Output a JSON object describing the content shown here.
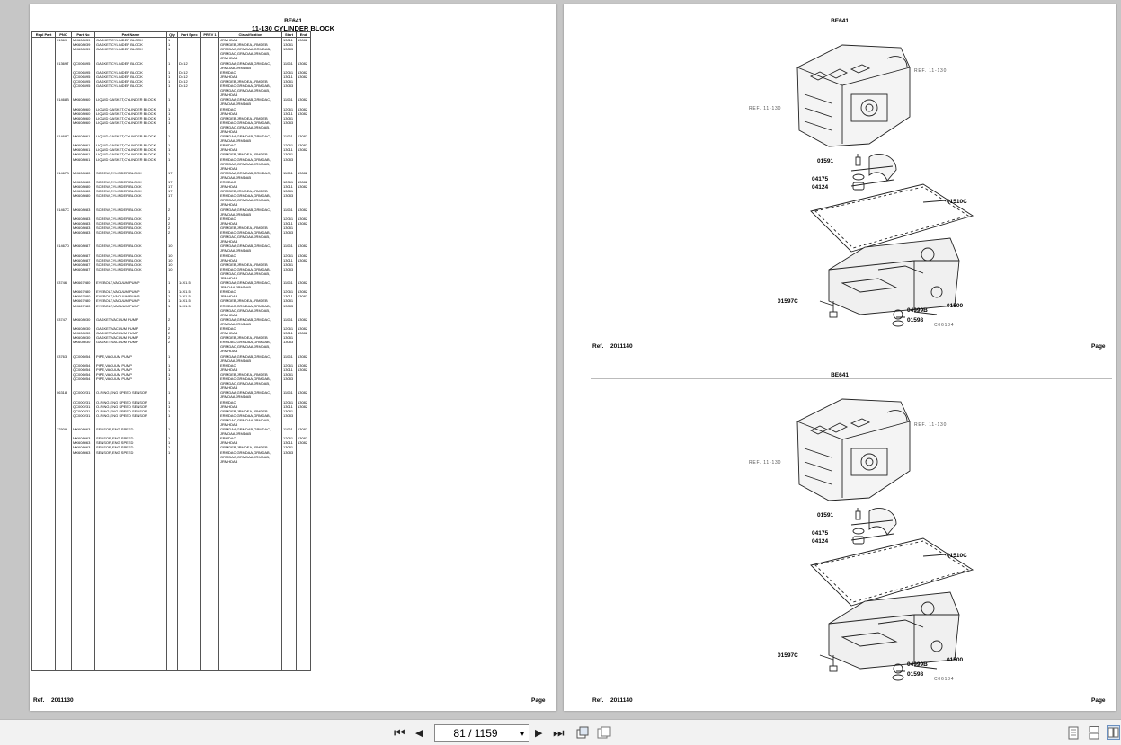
{
  "left_page": {
    "model": "BE641",
    "title": "11-130 CYLINDER BLOCK",
    "columns": [
      "Repl Part",
      "PNC",
      "Part No",
      "Part Name",
      "Qty",
      "Part Spec",
      "PREV 1",
      "Classification",
      "Start",
      "End"
    ],
    "rows": [
      [
        "",
        "01369",
        "MX608039",
        "GASKET,CYLINDER BLOCK",
        "1",
        "",
        "",
        "JRMHDAB",
        "13011",
        "13082"
      ],
      [
        "",
        "",
        "MX608039",
        "GASKET,CYLINDER BLOCK",
        "1",
        "",
        "",
        "GRMDEB,JRMDEA,JRMDEB",
        "13081",
        ""
      ],
      [
        "",
        "",
        "MX608039",
        "GASKET,CYLINDER BLOCK",
        "1",
        "",
        "",
        "GRMDAC,GRMDAA,GRMDAB,",
        "13083",
        ""
      ],
      [
        "",
        "",
        "",
        "",
        "",
        "",
        "",
        "GRMDAC,GRMDAA,JRMDAB,",
        "",
        ""
      ],
      [
        "",
        "",
        "",
        "",
        "",
        "",
        "",
        "JRMHDAB",
        "",
        ""
      ],
      [
        "",
        "",
        "",
        "",
        "",
        "",
        "",
        "",
        "",
        ""
      ],
      [
        "",
        "01369T",
        "QC006595",
        "GASKET,CYLINDER BLOCK",
        "1",
        "D=12",
        "",
        "GRMDAA,GRMDAB,GRMDAC,",
        "11061",
        "13082"
      ],
      [
        "",
        "",
        "",
        "",
        "",
        "",
        "",
        "JRMDAA,JRMDAB",
        "",
        ""
      ],
      [
        "",
        "",
        "QC006595",
        "GASKET,CYLINDER BLOCK",
        "1",
        "D=12",
        "",
        "ERMDAC",
        "12061",
        "13082"
      ],
      [
        "",
        "",
        "QC006595",
        "GASKET,CYLINDER BLOCK",
        "1",
        "D=12",
        "",
        "JRMHDAB",
        "13011",
        "13082"
      ],
      [
        "",
        "",
        "QC006595",
        "GASKET,CYLINDER BLOCK",
        "1",
        "D=12",
        "",
        "GRMDEB,JRMDEA,JRMDEB",
        "13081",
        ""
      ],
      [
        "",
        "",
        "QC006595",
        "GASKET,CYLINDER BLOCK",
        "1",
        "D=12",
        "",
        "ERMDAC,GRMDAA,GRMDAB,",
        "13083",
        ""
      ],
      [
        "",
        "",
        "",
        "",
        "",
        "",
        "",
        "GRMDAC,GRMDAA,JRMDAB,",
        "",
        ""
      ],
      [
        "",
        "",
        "",
        "",
        "",
        "",
        "",
        "JRMHDAB",
        "",
        ""
      ],
      [
        "",
        "",
        "",
        "",
        "",
        "",
        "",
        "",
        "",
        ""
      ],
      [
        "",
        "01468B",
        "MX608060",
        "LIQUID GASKET,CYLINDER BLOCK",
        "1",
        "",
        "",
        "GRMDAA,GRMDAB,GRMDAC,",
        "11061",
        "13082"
      ],
      [
        "",
        "",
        "",
        "",
        "",
        "",
        "",
        "JRMDAA,JRMDAB",
        "",
        ""
      ],
      [
        "",
        "",
        "MX608060",
        "LIQUID GASKET,CYLINDER BLOCK",
        "1",
        "",
        "",
        "ERMDAC",
        "12061",
        "13082"
      ],
      [
        "",
        "",
        "MX608060",
        "LIQUID GASKET,CYLINDER BLOCK",
        "1",
        "",
        "",
        "JRMHDAB",
        "13011",
        "13082"
      ],
      [
        "",
        "",
        "MX608060",
        "LIQUID GASKET,CYLINDER BLOCK",
        "1",
        "",
        "",
        "GRMDEB,JRMDEA,JRMDEB",
        "13081",
        ""
      ],
      [
        "",
        "",
        "MX608060",
        "LIQUID GASKET,CYLINDER BLOCK",
        "1",
        "",
        "",
        "ERMDAC,GRMDAA,GRMDAB,",
        "13083",
        ""
      ],
      [
        "",
        "",
        "",
        "",
        "",
        "",
        "",
        "GRMDAC,GRMDAA,JRMDAB,",
        "",
        ""
      ],
      [
        "",
        "",
        "",
        "",
        "",
        "",
        "",
        "JRMHDAB",
        "",
        ""
      ],
      [
        "",
        "",
        "",
        "",
        "",
        "",
        "",
        "",
        "",
        ""
      ],
      [
        "",
        "01468C",
        "MX608061",
        "LIQUID GASKET,CYLINDER BLOCK",
        "1",
        "",
        "",
        "GRMDAA,GRMDAB,GRMDAC,",
        "11061",
        "13082"
      ],
      [
        "",
        "",
        "",
        "",
        "",
        "",
        "",
        "JRMDAA,JRMDAB",
        "",
        ""
      ],
      [
        "",
        "",
        "MX608061",
        "LIQUID GASKET,CYLINDER BLOCK",
        "1",
        "",
        "",
        "ERMDAC",
        "12061",
        "13082"
      ],
      [
        "",
        "",
        "MX608061",
        "LIQUID GASKET,CYLINDER BLOCK",
        "1",
        "",
        "",
        "JRMHDAB",
        "13011",
        "13082"
      ],
      [
        "",
        "",
        "MX608061",
        "LIQUID GASKET,CYLINDER BLOCK",
        "1",
        "",
        "",
        "GRMDEB,JRMDEA,JRMDEB",
        "13081",
        ""
      ],
      [
        "",
        "",
        "MX608061",
        "LIQUID GASKET,CYLINDER BLOCK",
        "1",
        "",
        "",
        "ERMDAC,GRMDAA,GRMDAB,",
        "13083",
        ""
      ],
      [
        "",
        "",
        "",
        "",
        "",
        "",
        "",
        "GRMDAC,GRMDAA,JRMDAB,",
        "",
        ""
      ],
      [
        "",
        "",
        "",
        "",
        "",
        "",
        "",
        "JRMHDAB",
        "",
        ""
      ],
      [
        "",
        "",
        "",
        "",
        "",
        "",
        "",
        "",
        "",
        ""
      ],
      [
        "",
        "01467B",
        "MX608080",
        "SCREW,CYLINDER BLOCK",
        "17",
        "",
        "",
        "GRMDAA,GRMDAB,GRMDAC,",
        "11061",
        "13082"
      ],
      [
        "",
        "",
        "",
        "",
        "",
        "",
        "",
        "JRMDAA,JRMDAB",
        "",
        ""
      ],
      [
        "",
        "",
        "MX608080",
        "SCREW,CYLINDER BLOCK",
        "17",
        "",
        "",
        "ERMDAC",
        "12061",
        "13082"
      ],
      [
        "",
        "",
        "MX608080",
        "SCREW,CYLINDER BLOCK",
        "17",
        "",
        "",
        "JRMHDAB",
        "13011",
        "13082"
      ],
      [
        "",
        "",
        "MX608080",
        "SCREW,CYLINDER BLOCK",
        "17",
        "",
        "",
        "GRMDEB,JRMDEA,JRMDEB",
        "13081",
        ""
      ],
      [
        "",
        "",
        "MX608080",
        "SCREW,CYLINDER BLOCK",
        "17",
        "",
        "",
        "ERMDAC,GRMDAA,GRMDAB,",
        "13083",
        ""
      ],
      [
        "",
        "",
        "",
        "",
        "",
        "",
        "",
        "GRMDAC,GRMDAA,JRMDAB,",
        "",
        ""
      ],
      [
        "",
        "",
        "",
        "",
        "",
        "",
        "",
        "JRMHDAB",
        "",
        ""
      ],
      [
        "",
        "",
        "",
        "",
        "",
        "",
        "",
        "",
        "",
        ""
      ],
      [
        "",
        "01467C",
        "MX608083",
        "SCREW,CYLINDER BLOCK",
        "2",
        "",
        "",
        "GRMDAA,GRMDAB,GRMDAC,",
        "11061",
        "13082"
      ],
      [
        "",
        "",
        "",
        "",
        "",
        "",
        "",
        "JRMDAA,JRMDAB",
        "",
        ""
      ],
      [
        "",
        "",
        "MX608083",
        "SCREW,CYLINDER BLOCK",
        "2",
        "",
        "",
        "ERMDAC",
        "12061",
        "13082"
      ],
      [
        "",
        "",
        "MX608083",
        "SCREW,CYLINDER BLOCK",
        "2",
        "",
        "",
        "JRMHDAB",
        "13011",
        "13082"
      ],
      [
        "",
        "",
        "MX608083",
        "SCREW,CYLINDER BLOCK",
        "2",
        "",
        "",
        "GRMDEB,JRMDEA,JRMDEB",
        "13081",
        ""
      ],
      [
        "",
        "",
        "MX608083",
        "SCREW,CYLINDER BLOCK",
        "2",
        "",
        "",
        "ERMDAC,GRMDAA,GRMDAB,",
        "13083",
        ""
      ],
      [
        "",
        "",
        "",
        "",
        "",
        "",
        "",
        "GRMDAC,GRMDAA,JRMDAB,",
        "",
        ""
      ],
      [
        "",
        "",
        "",
        "",
        "",
        "",
        "",
        "JRMHDAB",
        "",
        ""
      ],
      [
        "",
        "",
        "",
        "",
        "",
        "",
        "",
        "",
        "",
        ""
      ],
      [
        "",
        "01467D",
        "MX608087",
        "SCREW,CYLINDER BLOCK",
        "10",
        "",
        "",
        "GRMDAA,GRMDAB,GRMDAC,",
        "11061",
        "13082"
      ],
      [
        "",
        "",
        "",
        "",
        "",
        "",
        "",
        "JRMDAA,JRMDAB",
        "",
        ""
      ],
      [
        "",
        "",
        "MX608087",
        "SCREW,CYLINDER BLOCK",
        "10",
        "",
        "",
        "ERMDAC",
        "12061",
        "13082"
      ],
      [
        "",
        "",
        "MX608087",
        "SCREW,CYLINDER BLOCK",
        "10",
        "",
        "",
        "JRMHDAB",
        "13011",
        "13082"
      ],
      [
        "",
        "",
        "MX608087",
        "SCREW,CYLINDER BLOCK",
        "10",
        "",
        "",
        "GRMDEB,JRMDEA,JRMDEB",
        "13081",
        ""
      ],
      [
        "",
        "",
        "MX608087",
        "SCREW,CYLINDER BLOCK",
        "10",
        "",
        "",
        "ERMDAC,GRMDAA,GRMDAB,",
        "13083",
        ""
      ],
      [
        "",
        "",
        "",
        "",
        "",
        "",
        "",
        "GRMDAC,GRMDAA,JRMDAB,",
        "",
        ""
      ],
      [
        "",
        "",
        "",
        "",
        "",
        "",
        "",
        "JRMHDAB",
        "",
        ""
      ],
      [
        "",
        "",
        "",
        "",
        "",
        "",
        "",
        "",
        "",
        ""
      ],
      [
        "",
        "03746",
        "MX667080",
        "EYEBOLT,VACUUM PUMP",
        "1",
        "14X1.5",
        "",
        "GRMDAA,GRMDAB,GRMDAC,",
        "11061",
        "13082"
      ],
      [
        "",
        "",
        "",
        "",
        "",
        "",
        "",
        "JRMDAA,JRMDAB",
        "",
        ""
      ],
      [
        "",
        "",
        "MX667080",
        "EYEBOLT,VACUUM PUMP",
        "1",
        "14X1.5",
        "",
        "ERMDAC",
        "12061",
        "13082"
      ],
      [
        "",
        "",
        "MX667080",
        "EYEBOLT,VACUUM PUMP",
        "1",
        "14X1.5",
        "",
        "JRMHDAB",
        "13011",
        "13082"
      ],
      [
        "",
        "",
        "MX667080",
        "EYEBOLT,VACUUM PUMP",
        "1",
        "14X1.5",
        "",
        "GRMDEB,JRMDEA,JRMDEB",
        "13081",
        ""
      ],
      [
        "",
        "",
        "MX667080",
        "EYEBOLT,VACUUM PUMP",
        "1",
        "14X1.5",
        "",
        "ERMDAC,GRMDAA,GRMDAB,",
        "13083",
        ""
      ],
      [
        "",
        "",
        "",
        "",
        "",
        "",
        "",
        "GRMDAC,GRMDAA,JRMDAB,",
        "",
        ""
      ],
      [
        "",
        "",
        "",
        "",
        "",
        "",
        "",
        "JRMHDAB",
        "",
        ""
      ],
      [
        "",
        "",
        "",
        "",
        "",
        "",
        "",
        "",
        "",
        ""
      ],
      [
        "",
        "03747",
        "MX608030",
        "GASKET,VACUUM PUMP",
        "2",
        "",
        "",
        "GRMDAA,GRMDAB,GRMDAC,",
        "11061",
        "13082"
      ],
      [
        "",
        "",
        "",
        "",
        "",
        "",
        "",
        "JRMDAA,JRMDAB",
        "",
        ""
      ],
      [
        "",
        "",
        "MX608030",
        "GASKET,VACUUM PUMP",
        "2",
        "",
        "",
        "ERMDAC",
        "12061",
        "13082"
      ],
      [
        "",
        "",
        "MX608030",
        "GASKET,VACUUM PUMP",
        "2",
        "",
        "",
        "JRMHDAB",
        "13011",
        "13082"
      ],
      [
        "",
        "",
        "MX608030",
        "GASKET,VACUUM PUMP",
        "2",
        "",
        "",
        "GRMDEB,JRMDEA,JRMDEB",
        "13081",
        ""
      ],
      [
        "",
        "",
        "MX608030",
        "GASKET,VACUUM PUMP",
        "2",
        "",
        "",
        "ERMDAC,GRMDAA,GRMDAB,",
        "13083",
        ""
      ],
      [
        "",
        "",
        "",
        "",
        "",
        "",
        "",
        "GRMDAC,GRMDAA,JRMDAB,",
        "",
        ""
      ],
      [
        "",
        "",
        "",
        "",
        "",
        "",
        "",
        "JRMHDAB",
        "",
        ""
      ],
      [
        "",
        "",
        "",
        "",
        "",
        "",
        "",
        "",
        "",
        ""
      ],
      [
        "",
        "03763",
        "QC006054",
        "PIPE,VACUUM PUMP",
        "1",
        "",
        "",
        "GRMDAA,GRMDAB,GRMDAC,",
        "11061",
        "13082"
      ],
      [
        "",
        "",
        "",
        "",
        "",
        "",
        "",
        "JRMDAA,JRMDAB",
        "",
        ""
      ],
      [
        "",
        "",
        "QC006054",
        "PIPE,VACUUM PUMP",
        "1",
        "",
        "",
        "ERMDAC",
        "12061",
        "13082"
      ],
      [
        "",
        "",
        "QC006054",
        "PIPE,VACUUM PUMP",
        "1",
        "",
        "",
        "JRMHDAB",
        "13011",
        "13082"
      ],
      [
        "",
        "",
        "QC006054",
        "PIPE,VACUUM PUMP",
        "1",
        "",
        "",
        "GRMDEB,JRMDEA,JRMDEB",
        "13081",
        ""
      ],
      [
        "",
        "",
        "QC006054",
        "PIPE,VACUUM PUMP",
        "1",
        "",
        "",
        "ERMDAC,GRMDAA,GRMDAB,",
        "13083",
        ""
      ],
      [
        "",
        "",
        "",
        "",
        "",
        "",
        "",
        "GRMDAC,GRMDAA,JRMDAB,",
        "",
        ""
      ],
      [
        "",
        "",
        "",
        "",
        "",
        "",
        "",
        "JRMHDAB",
        "",
        ""
      ],
      [
        "",
        "06318",
        "QC000231",
        "O-RING,ENG SPEED SENSOR",
        "1",
        "",
        "",
        "GRMDAA,GRMDAB,GRMDAC,",
        "11061",
        "13082"
      ],
      [
        "",
        "",
        "",
        "",
        "",
        "",
        "",
        "JRMDAA,JRMDAB",
        "",
        ""
      ],
      [
        "",
        "",
        "QC000231",
        "O-RING,ENG SPEED SENSOR",
        "1",
        "",
        "",
        "ERMDAC",
        "12061",
        "13082"
      ],
      [
        "",
        "",
        "QC000231",
        "O-RING,ENG SPEED SENSOR",
        "1",
        "",
        "",
        "JRMHDAB",
        "13011",
        "13082"
      ],
      [
        "",
        "",
        "QC000231",
        "O-RING,ENG SPEED SENSOR",
        "1",
        "",
        "",
        "GRMDEB,JRMDEA,JRMDEB",
        "13081",
        ""
      ],
      [
        "",
        "",
        "QC000231",
        "O-RING,ENG SPEED SENSOR",
        "1",
        "",
        "",
        "ERMDAC,GRMDAA,GRMDAB,",
        "13083",
        ""
      ],
      [
        "",
        "",
        "",
        "",
        "",
        "",
        "",
        "GRMDAC,GRMDAA,JRMDAB,",
        "",
        ""
      ],
      [
        "",
        "",
        "",
        "",
        "",
        "",
        "",
        "JRMHDAB",
        "",
        ""
      ],
      [
        "",
        "",
        "",
        "",
        "",
        "",
        "",
        "",
        "",
        ""
      ],
      [
        "",
        "12509",
        "MX608063",
        "SENSOR,ENG SPEED",
        "1",
        "",
        "",
        "GRMDAA,GRMDAB,GRMDAC,",
        "11061",
        "13082"
      ],
      [
        "",
        "",
        "",
        "",
        "",
        "",
        "",
        "JRMDAA,JRMDAB",
        "",
        ""
      ],
      [
        "",
        "",
        "MX608063",
        "SENSOR,ENG SPEED",
        "1",
        "",
        "",
        "ERMDAC",
        "12061",
        "13082"
      ],
      [
        "",
        "",
        "MX608063",
        "SENSOR,ENG SPEED",
        "1",
        "",
        "",
        "JRMHDAB",
        "13011",
        "13082"
      ],
      [
        "",
        "",
        "MX608063",
        "SENSOR,ENG SPEED",
        "1",
        "",
        "",
        "GRMDEB,JRMDEA,JRMDEB",
        "13081",
        ""
      ],
      [
        "",
        "",
        "MX608063",
        "SENSOR,ENG SPEED",
        "1",
        "",
        "",
        "ERMDAC,GRMDAA,GRMDAB,",
        "13083",
        ""
      ],
      [
        "",
        "",
        "",
        "",
        "",
        "",
        "",
        "GRMDAC,GRMDAA,JRMDAB,",
        "",
        ""
      ],
      [
        "",
        "",
        "",
        "",
        "",
        "",
        "",
        "JRMHDAB",
        "",
        ""
      ]
    ],
    "footer_ref_label": "Ref.",
    "footer_ref_value": "2011130",
    "footer_page_label": "Page"
  },
  "right_page": {
    "sections": [
      {
        "model": "BE641",
        "labels": [
          "01591",
          "04175",
          "04124",
          "01510C",
          "01597C",
          "01500",
          "04999B",
          "01598"
        ],
        "ref_top": "REF. 11-130",
        "ref_left": "REF. 11-130",
        "drawing_code": "C06184",
        "footer_ref_label": "Ref.",
        "footer_ref_value": "2011140",
        "footer_page_label": "Page"
      },
      {
        "model": "BE641",
        "labels": [
          "01591",
          "04175",
          "04124",
          "01510C",
          "01597C",
          "01500",
          "04999B",
          "01598"
        ],
        "ref_top": "REF. 11-130",
        "ref_left": "REF. 11-130",
        "drawing_code": "C06184",
        "footer_ref_label": "Ref.",
        "footer_ref_value": "2011140",
        "footer_page_label": "Page"
      }
    ]
  },
  "toolbar": {
    "page_indicator": "81 / 1159",
    "dropdown_glyph": "▾",
    "first_glyph": "⏮",
    "prev_glyph": "◀",
    "next_glyph": "▶",
    "last_glyph": "⏭"
  }
}
